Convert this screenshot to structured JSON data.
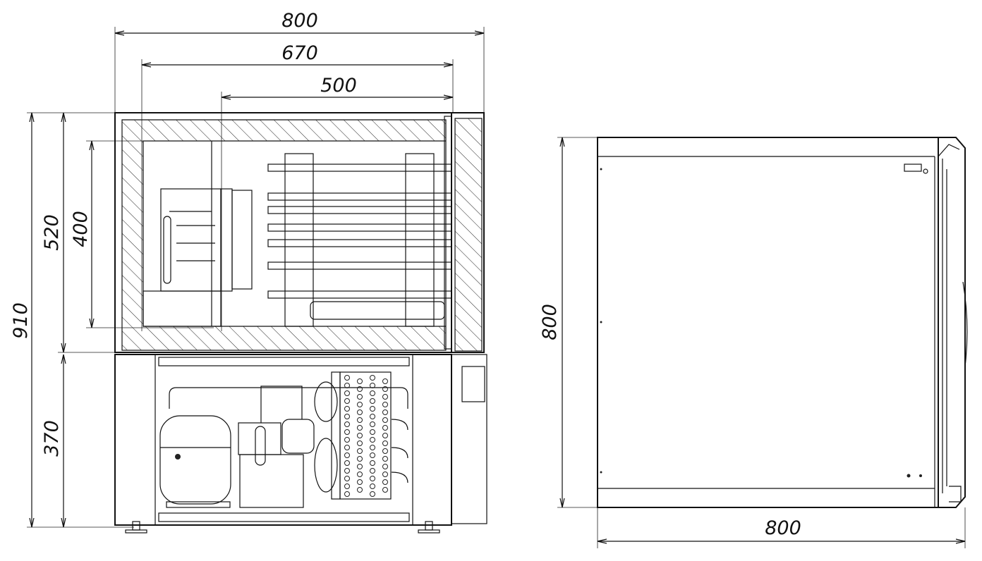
{
  "drawing": {
    "front_view": {
      "width_overall": "800",
      "width_cavity": "670",
      "width_tray": "500",
      "height_overall": "910",
      "height_chamber": "520",
      "height_cavity": "400",
      "height_machine_compartment": "370"
    },
    "side_view": {
      "height": "800",
      "depth": "800"
    },
    "colors": {
      "line": "#111111",
      "background": "#ffffff"
    }
  }
}
